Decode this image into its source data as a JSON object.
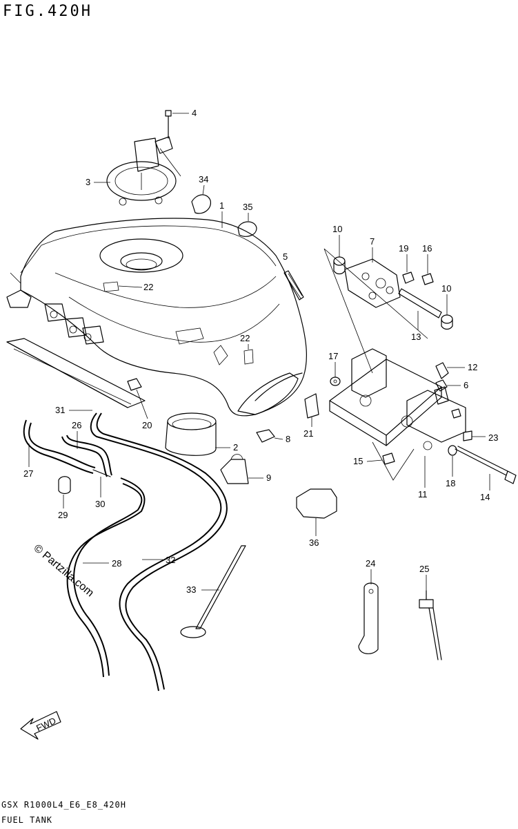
{
  "figure_title": "FIG.420H",
  "footer": {
    "code": "GSX R1000L4_E6_E8_420H",
    "name": "FUEL TANK"
  },
  "watermark": "© Partzilla.com",
  "fwd_label": "FWD",
  "callouts": [
    "1",
    "2",
    "3",
    "4",
    "5",
    "6",
    "7",
    "8",
    "9",
    "10",
    "10",
    "11",
    "12",
    "13",
    "14",
    "15",
    "16",
    "17",
    "18",
    "19",
    "20",
    "21",
    "22",
    "22",
    "23",
    "24",
    "25",
    "26",
    "27",
    "28",
    "29",
    "30",
    "31",
    "32",
    "33",
    "34",
    "35",
    "36"
  ]
}
